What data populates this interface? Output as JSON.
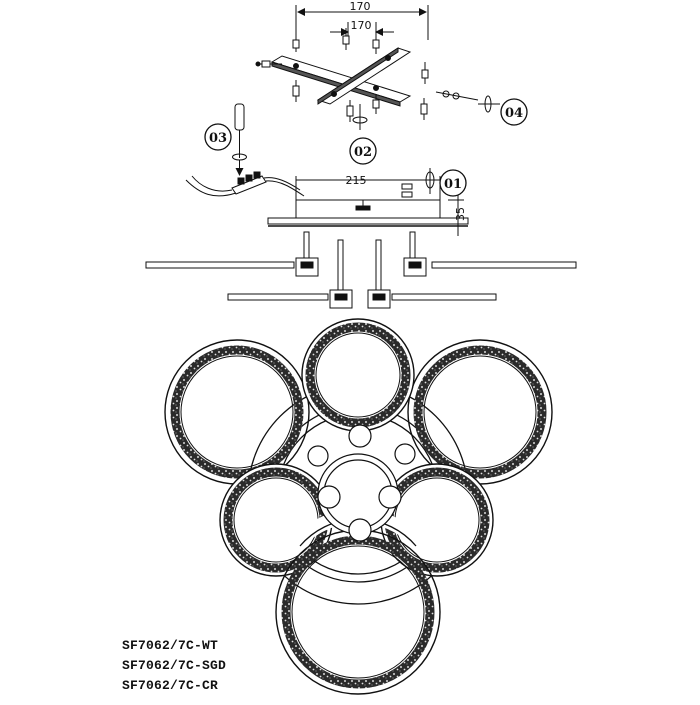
{
  "dimensions": {
    "bracket_width": "170",
    "bracket_hole_spacing": "170",
    "canopy_width": "215",
    "canopy_height": "35"
  },
  "steps": {
    "step1": "01",
    "step2": "02",
    "step3": "03",
    "step4": "04"
  },
  "models": [
    "SF7062/7C-WT",
    "SF7062/7C-SGD",
    "SF7062/7C-CR"
  ]
}
